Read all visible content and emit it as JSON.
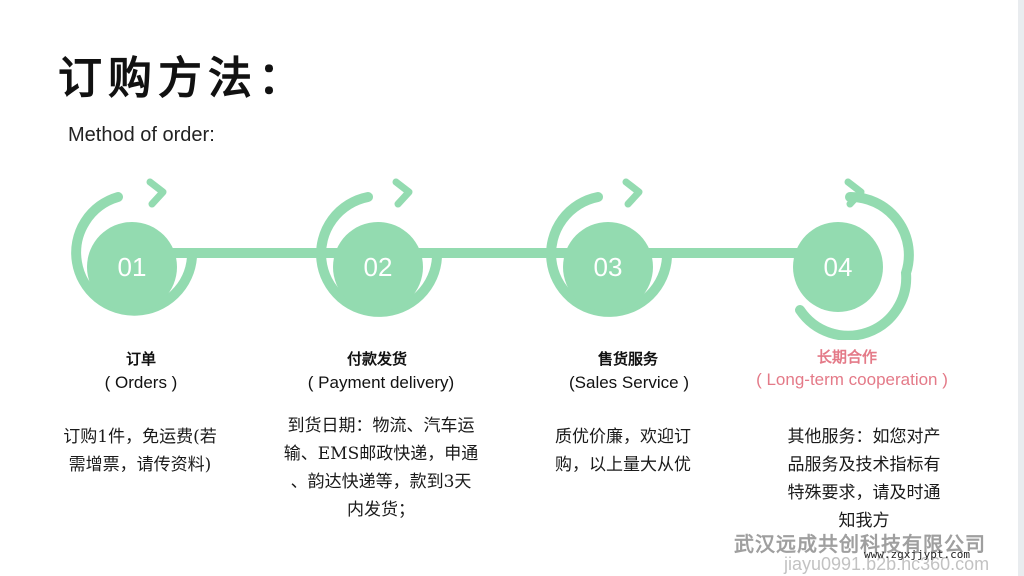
{
  "slide": {
    "title": "订购方法：",
    "subtitle": "Method of order:"
  },
  "steps": [
    {
      "number": "01",
      "label_cn": "订单",
      "label_en": "( Orders )",
      "desc": [
        "订购1件，免运费(若",
        "需增票，请传资料)"
      ]
    },
    {
      "number": "02",
      "label_cn": "付款发货",
      "label_en": "( Payment delivery)",
      "desc": [
        "到货日期：物流、汽车运",
        "输、EMS邮政快递，申通",
        "、韵达快递等，款到3天",
        "内发货；"
      ]
    },
    {
      "number": "03",
      "label_cn": "售货服务",
      "label_en": "(Sales Service )",
      "desc": [
        "质优价廉，欢迎订",
        "购，以上量大从优"
      ]
    },
    {
      "number": "04",
      "label_cn": "长期合作",
      "label_en": "( Long-term cooperation )",
      "desc": [
        "其他服务：如您对产",
        "品服务及技术指标有",
        "特殊要求，请及时通",
        "知我方"
      ]
    }
  ],
  "colors": {
    "green": "#93dbb0",
    "accent": "#e47a88"
  },
  "watermark": {
    "company": "武汉远成共创科技有限公司",
    "site": "www.zgxjjypt.com",
    "site2": "jiayu0991.b2b.hc360.com"
  }
}
